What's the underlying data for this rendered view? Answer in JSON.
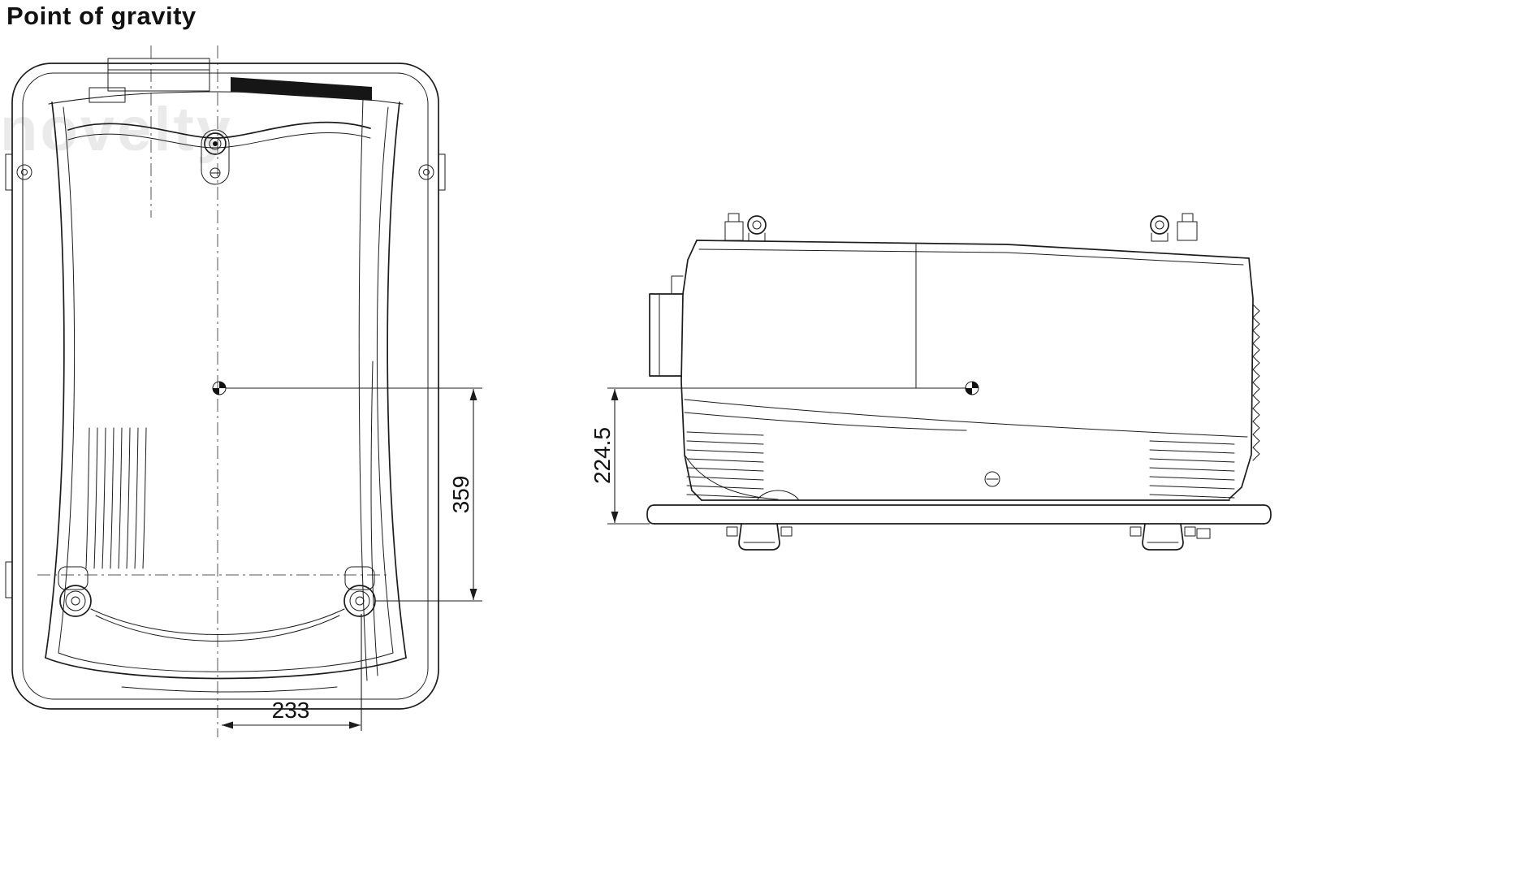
{
  "title": "Point of gravity",
  "watermark": "novelty",
  "dimensions": {
    "top_view_width": "233",
    "top_view_depth": "359",
    "side_view_height": "224.5"
  },
  "colors": {
    "line": "#1c1c1c",
    "centerline": "#555555",
    "watermark": "#eaeaea",
    "background": "#ffffff"
  }
}
